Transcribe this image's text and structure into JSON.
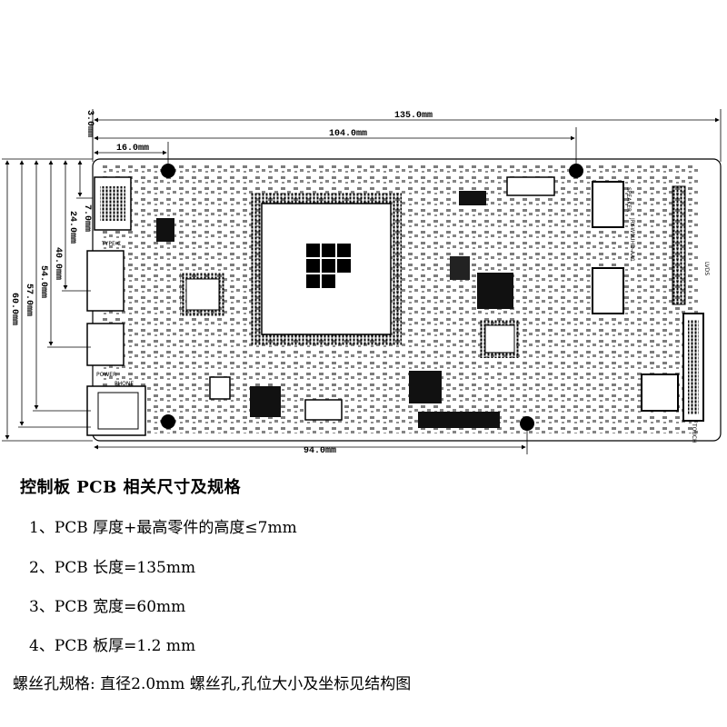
{
  "dimensions": {
    "top_offset": "3.0mm",
    "overall_length": "135.0mm",
    "hole_span_top": "104.0mm",
    "left_edge_to_hole": "16.0mm",
    "hole_span_bottom": "94.0mm",
    "v_7": "7.0mm",
    "v_24": "24.0mm",
    "v_40": "40.0mm",
    "v_54": "54.0mm",
    "v_57": "57.0mm",
    "v_60": "60.0mm"
  },
  "board_labels": {
    "type_c": "TYPE-C",
    "power": "POWER",
    "phone": "PHONE",
    "speaker": "SPEAKER",
    "model": "JRY-W9UHD-AA1",
    "touch": "TOUCH",
    "lvds": "LVDS"
  },
  "spec": {
    "title": "控制板 PCB 相关尺寸及规格",
    "items": [
      "1、PCB 厚度+最高零件的高度≤7mm",
      "2、PCB 长度=135mm",
      "3、PCB 宽度=60mm",
      "4、PCB 板厚=1.2 mm"
    ],
    "note": "螺丝孔规格: 直径2.0mm 螺丝孔,孔位大小及坐标见结构图"
  }
}
